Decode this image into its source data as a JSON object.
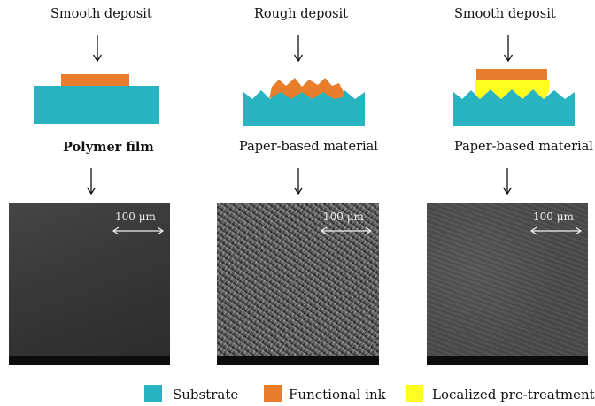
{
  "panels": [
    {
      "top_label": "Smooth deposit",
      "substrate_label": "Polymer film",
      "scale_label": "100 μm"
    },
    {
      "top_label": "Rough deposit",
      "substrate_label": "Paper-based material",
      "scale_label": "100 μm"
    },
    {
      "top_label": "Smooth deposit",
      "substrate_label": "Paper-based material",
      "scale_label": "100 μm"
    }
  ],
  "legend": [
    {
      "label": "Substrate",
      "color": "#27b3c0"
    },
    {
      "label": "Functional ink",
      "color": "#e87d2b"
    },
    {
      "label": "Localized pre-treatment",
      "color": "#ffff1e"
    }
  ],
  "colors": {
    "substrate": "#27b3c0",
    "ink": "#e87d2b",
    "pretreatment": "#ffff1e"
  }
}
